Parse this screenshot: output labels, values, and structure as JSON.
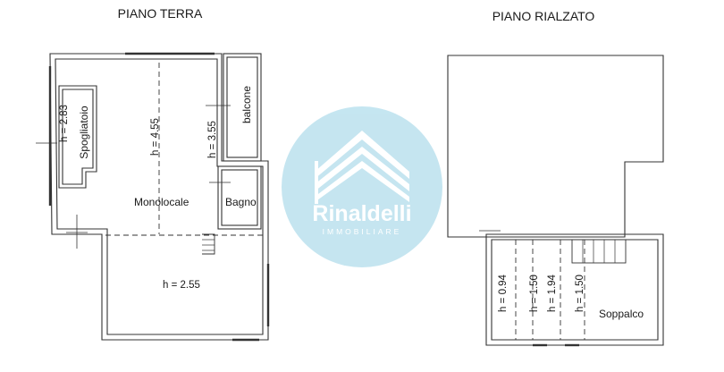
{
  "floors": {
    "ground": {
      "title": "PIANO TERRA",
      "rooms": {
        "spogliatoio": "Spogliatoio",
        "monolocale": "Monolocale",
        "bagno": "Bagno",
        "balcone": "balcone"
      },
      "heights": {
        "h1": "h = 2.83",
        "h2": "h = 4.55",
        "h3": "h = 3.55",
        "h4": "h = 2.55"
      }
    },
    "upper": {
      "title": "PIANO RIALZATO",
      "rooms": {
        "soppalco": "Soppalco"
      },
      "heights": {
        "h1": "h = 0.94",
        "h2": "h = 1.50",
        "h3": "h = 1.94",
        "h4": "h = 1.50"
      }
    }
  },
  "watermark": {
    "brand": "Rinaldelli",
    "tagline": "IMMOBILIARE",
    "color": "#bfe3ef"
  }
}
